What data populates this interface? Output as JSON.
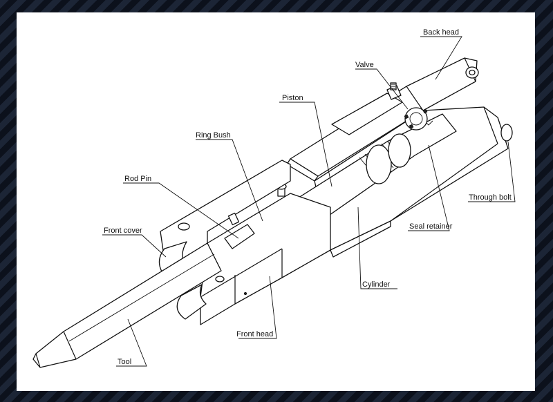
{
  "labels": {
    "back_head": "Back head",
    "valve": "Valve",
    "piston": "Piston",
    "ring_bush": "Ring Bush",
    "rod_pin": "Rod Pin",
    "through_bolt": "Through bolt",
    "seal_retainer": "Seal retainer",
    "front_cover": "Front cover",
    "cylinder": "Cylinder",
    "front_head": "Front head",
    "tool": "Tool"
  },
  "colors": {
    "background": "#141b2a",
    "stripe_light": "#1c2536",
    "stripe_dark": "#0c111c",
    "panel": "#ffffff",
    "ink": "#111111"
  }
}
